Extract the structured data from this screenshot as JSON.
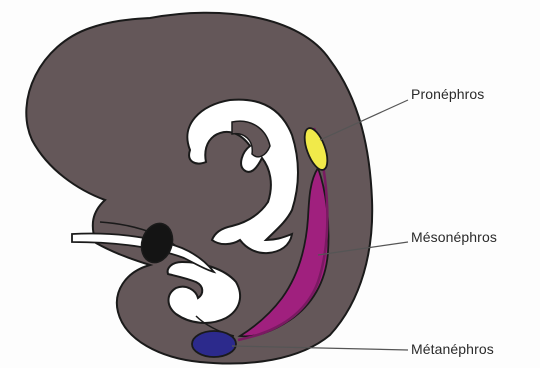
{
  "labels": {
    "pronephros": "Pronéphros",
    "mesonephros": "Mésonéphros",
    "metanephros": "Métanéphros"
  },
  "colors": {
    "embryo_body": "#645759",
    "outline": "#1a1a1a",
    "cavity": "#ffffff",
    "pronephros": "#f1ea4a",
    "mesonephros": "#a0207e",
    "mesonephros_duct": "#7a1a62",
    "metanephros": "#2c2a8c",
    "cloaca_bud": "#141414",
    "leader_line": "#555555",
    "label_text": "#2a2a2a"
  }
}
